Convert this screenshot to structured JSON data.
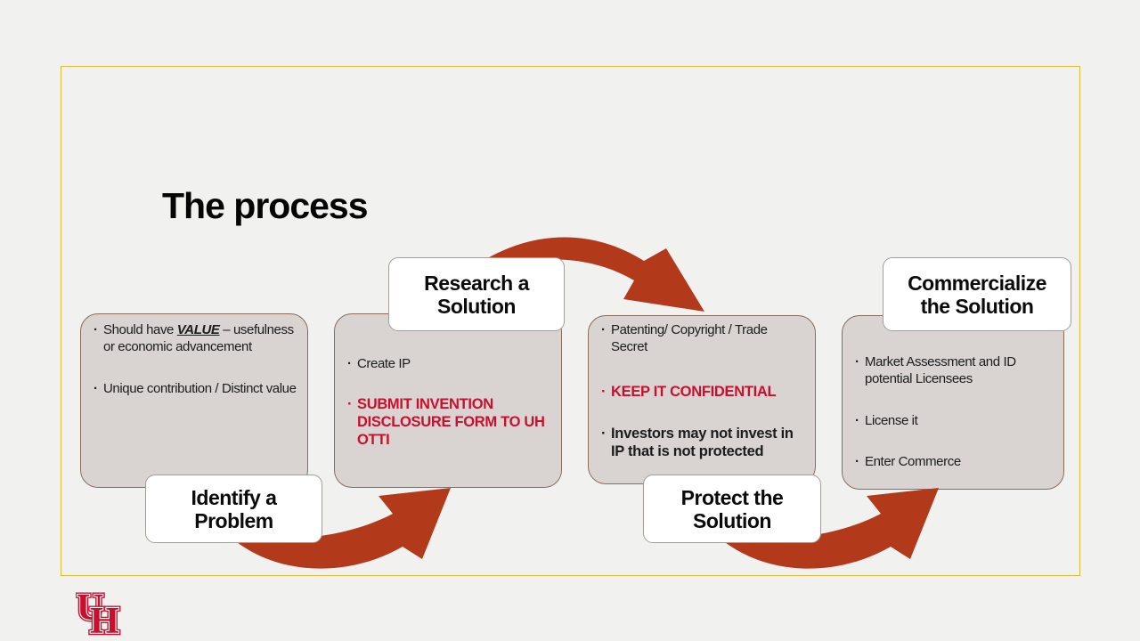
{
  "slide": {
    "title": "The process",
    "steps": [
      {
        "label": "Identify a Problem",
        "bullets": [
          {
            "pre": "Should have ",
            "highlight": "VALUE",
            "post": " – usefulness or economic advancement"
          },
          {
            "text": "Unique contribution / Distinct value"
          }
        ]
      },
      {
        "label": "Research a Solution",
        "bullets": [
          {
            "text": "Create IP"
          },
          {
            "text": "SUBMIT INVENTION DISCLOSURE FORM TO UH OTTI",
            "emphasis": "red-bold"
          }
        ]
      },
      {
        "label": "Protect the Solution",
        "bullets": [
          {
            "text": "Patenting/ Copyright / Trade Secret"
          },
          {
            "text": "KEEP IT CONFIDENTIAL",
            "emphasis": "red-bold"
          },
          {
            "text": "Investors may not invest in IP that is not protected",
            "emphasis": "bold"
          }
        ]
      },
      {
        "label": "Commercialize the Solution",
        "bullets": [
          {
            "text": "Market Assessment and ID potential Licensees"
          },
          {
            "text": "License it"
          },
          {
            "text": "Enter Commerce"
          }
        ]
      }
    ],
    "logo": {
      "letter_u": "U",
      "letter_h": "H"
    },
    "colors": {
      "arrow_red": "#B23A1B",
      "uh_red": "#C8102E",
      "gold_border": "#E0B83E",
      "box_fill": "#D9D3D1",
      "box_border": "#8A6C5D",
      "background": "#F1F1F0"
    }
  }
}
